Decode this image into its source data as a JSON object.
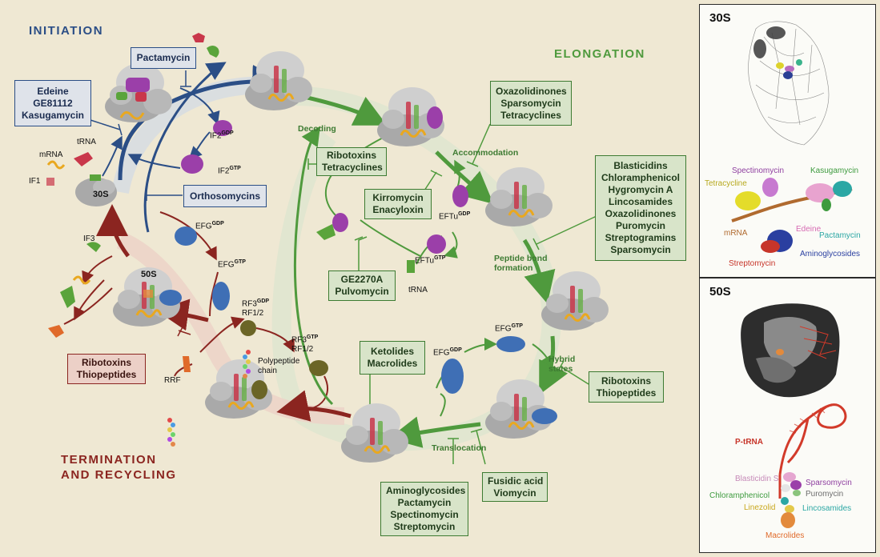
{
  "stages": {
    "initiation": "INITIATION",
    "elongation": "ELONGATION",
    "termination_1": "TERMINATION",
    "termination_2": "AND RECYCLING"
  },
  "boxes": {
    "pactamycin": [
      "Pactamycin"
    ],
    "edeine": [
      "Edeine",
      "GE81112",
      "Kasugamycin"
    ],
    "orthosomycins": [
      "Orthosomycins"
    ],
    "oxazolidinones": [
      "Oxazolidinones",
      "Sparsomycin",
      "Tetracyclines"
    ],
    "ribotoxins_tet": [
      "Ribotoxins",
      "Tetracyclines"
    ],
    "kirromycin": [
      "Kirromycin",
      "Enacyloxin"
    ],
    "blasticidins": [
      "Blasticidins",
      "Chloramphenicol",
      "Hygromycin A",
      "Lincosamides",
      "Oxazolidinones",
      "Puromycin",
      "Streptogramins",
      "Sparsomycin"
    ],
    "ge2270a": [
      "GE2270A",
      "Pulvomycin"
    ],
    "ketolides": [
      "Ketolides",
      "Macrolides"
    ],
    "ribotoxins_thio_right": [
      "Ribotoxins",
      "Thiopeptides"
    ],
    "ribotoxins_thio_left": [
      "Ribotoxins",
      "Thiopeptides"
    ],
    "fusidic": [
      "Fusidic acid",
      "Viomycin"
    ],
    "aminoglycosides": [
      "Aminoglycosides",
      "Pactamycin",
      "Spectinomycin",
      "Streptomycin"
    ]
  },
  "labels": {
    "trna_top": "tRNA",
    "mrna": "mRNA",
    "if1": "IF1",
    "s30": "30S",
    "if3": "IF3",
    "s50": "50S",
    "if2_gdp": "IF2",
    "if2_gdp_sup": "GDP",
    "if2_gtp": "IF2",
    "if2_gtp_sup": "GTP",
    "efg_gdp_left": "EFG",
    "efg_gdp_left_sup": "GDP",
    "efg_gtp_left": "EFG",
    "efg_gtp_left_sup": "GTP",
    "rf3_gdp": "RF3",
    "rf3_gdp_sup": "GDP",
    "rf12_a": "RF1/2",
    "rf3_gtp": "RF3",
    "rf3_gtp_sup": "GTP",
    "rf12_b": "RF1/2",
    "polypeptide_1": "Polypeptide",
    "polypeptide_2": "chain",
    "rrf": "RRF",
    "eftu_gdp": "EFTu",
    "eftu_gdp_sup": "GDP",
    "eftu_gtp": "EFTu",
    "eftu_gtp_sup": "GTP",
    "trna_bottom": "tRNA",
    "efg_gtp_right": "EFG",
    "efg_gtp_right_sup": "GTP",
    "efg_gdp_right": "EFG",
    "efg_gdp_right_sup": "GDP"
  },
  "steps": {
    "decoding": "Decoding",
    "accommodation": "Accommodation",
    "peptide_1": "Peptide bond",
    "peptide_2": "formation",
    "hybrid_1": "Hybrid",
    "hybrid_2": "states",
    "translocation": "Translocation"
  },
  "panel_30s": {
    "title": "30S",
    "ligands": {
      "spectinomycin": "Spectinomycin",
      "kasugamycin": "Kasugamycin",
      "tetracycline": "Tetracycline",
      "pactamycin": "Pactamycin",
      "mrna": "mRNA",
      "edeine": "Edeine",
      "streptomycin": "Streptomycin",
      "aminoglycosides": "Aminoglycosides"
    }
  },
  "panel_50s": {
    "title": "50S",
    "ligands": {
      "ptrna": "P-tRNA",
      "blasticidin": "Blasticidin S",
      "sparsomycin": "Sparsomycin",
      "chloramphenicol": "Chloramphenicol",
      "puromycin": "Puromycin",
      "linezolid": "Linezolid",
      "lincosamides": "Lincosamides",
      "macrolides": "Macrolides"
    }
  },
  "colors": {
    "initiation": "#2b4e86",
    "elongation": "#4f9a3d",
    "termination": "#8b2520",
    "ribosome": "#a6a6a6",
    "background": "#efe8d3"
  }
}
